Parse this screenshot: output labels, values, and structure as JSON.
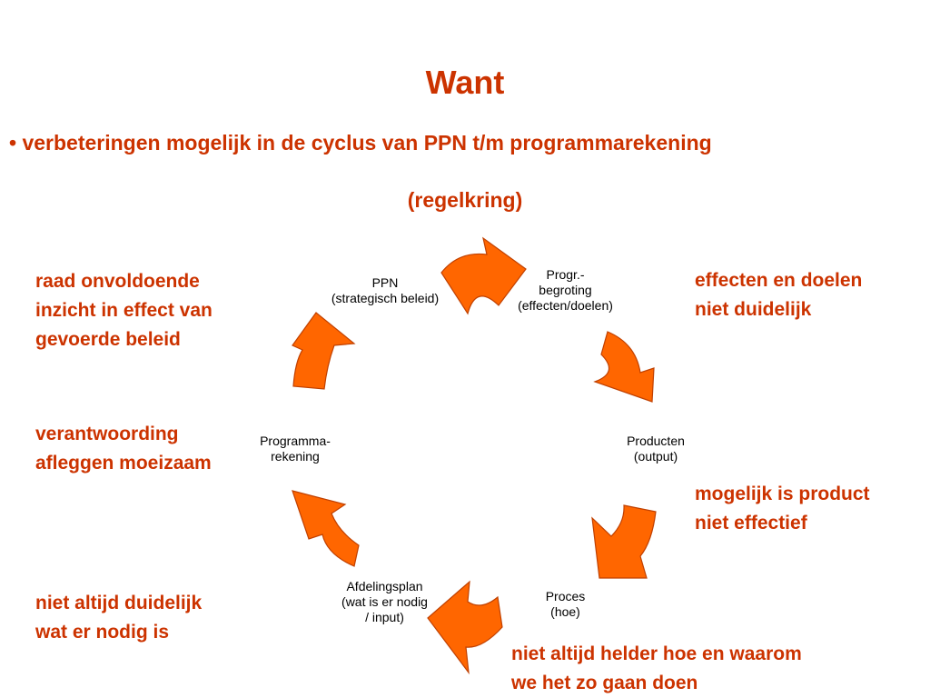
{
  "title": "Want",
  "subtitle": "• verbeteringen mogelijk in de cyclus van PPN t/m programmarekening",
  "subtitle_cont": "(regelkring)",
  "nodes": {
    "ppn": "PPN\n(strategisch beleid)",
    "begroting": "Progr.-\nbegroting\n(effecten/doelen)",
    "producten": "Producten\n(output)",
    "proces": "Proces\n(hoe)",
    "afdelingsplan": "Afdelingsplan\n(wat is er nodig\n/ input)",
    "rekening": "Programma-\nrekening"
  },
  "notes": {
    "raad": "raad onvoldoende\ninzicht in effect van\ngevoerde beleid",
    "verantwoording": "verantwoording\nafleggen moeizaam",
    "nodig": "niet altijd duidelijk\nwat er nodig is",
    "effecten": "effecten en doelen\nniet duidelijk",
    "product": "mogelijk is product\nniet effectief",
    "helder": "niet altijd helder hoe en waarom\nwe het zo gaan doen"
  },
  "colors": {
    "accent_text": "#cc3300",
    "arrow_fill": "#ff6600",
    "arrow_stroke": "#c04000"
  },
  "icons": [
    "curved-cycle-arrow-icon"
  ]
}
